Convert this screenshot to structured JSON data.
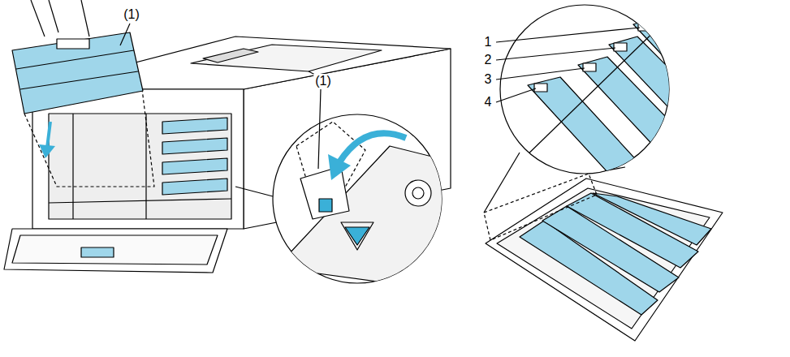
{
  "diagram": {
    "labels": [
      "(1)",
      "(1)",
      "1",
      "2",
      "3",
      "4"
    ]
  }
}
